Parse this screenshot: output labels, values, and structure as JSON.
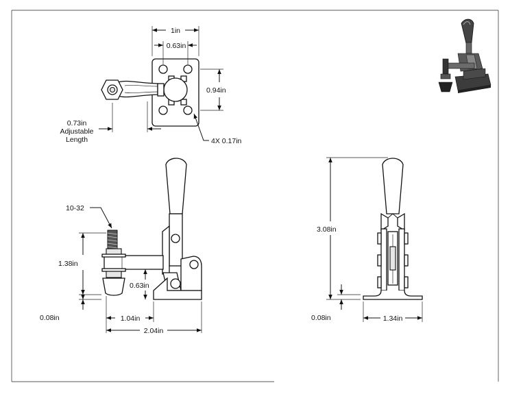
{
  "dimensions": {
    "top_width": "1in",
    "top_hole_spacing": "0.63in",
    "top_height": "0.94in",
    "adjustable_value": "0.73in",
    "adjustable_label1": "Adjustable",
    "adjustable_label2": "Length",
    "holes": "4X 0.17in",
    "thread": "10-32",
    "spindle_height": "1.38in",
    "arm_height": "0.63in",
    "base_thickness_side": "0.08in",
    "spindle_offset": "1.04in",
    "overall_length": "2.04in",
    "overall_height": "3.08in",
    "base_thickness_front": "0.08in",
    "base_width_front": "1.34in"
  },
  "colors": {
    "line": "#111111",
    "shade": "#e6e6e6",
    "dark": "#555555",
    "background": "#ffffff"
  },
  "icons": [
    "clamp-3d-thumbnail"
  ]
}
